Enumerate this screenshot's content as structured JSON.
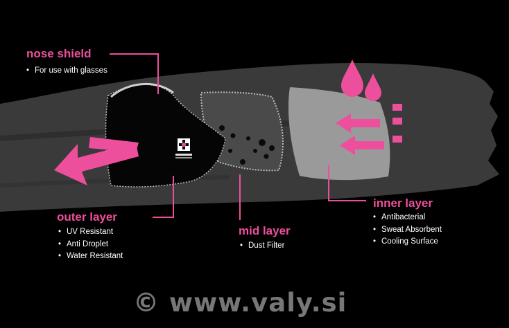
{
  "colors": {
    "accent": "#ee4f9d",
    "background": "#000000",
    "brush": "#3a3a3a",
    "mid_layer": "#4a4a4a",
    "inner_layer": "#9a9a9a"
  },
  "layers": {
    "nose_shield": {
      "title": "nose shield",
      "bullets": [
        "For use with glasses"
      ]
    },
    "outer_layer": {
      "title": "outer layer",
      "bullets": [
        "UV Resistant",
        "Anti Droplet",
        "Water Resistant"
      ]
    },
    "mid_layer": {
      "title": "mid layer",
      "bullets": [
        "Dust Filter"
      ]
    },
    "inner_layer": {
      "title": "inner layer",
      "bullets": [
        "Antibacterial",
        "Sweat Absorbent",
        "Cooling Surface"
      ]
    }
  },
  "watermark": "© www.valy.si"
}
